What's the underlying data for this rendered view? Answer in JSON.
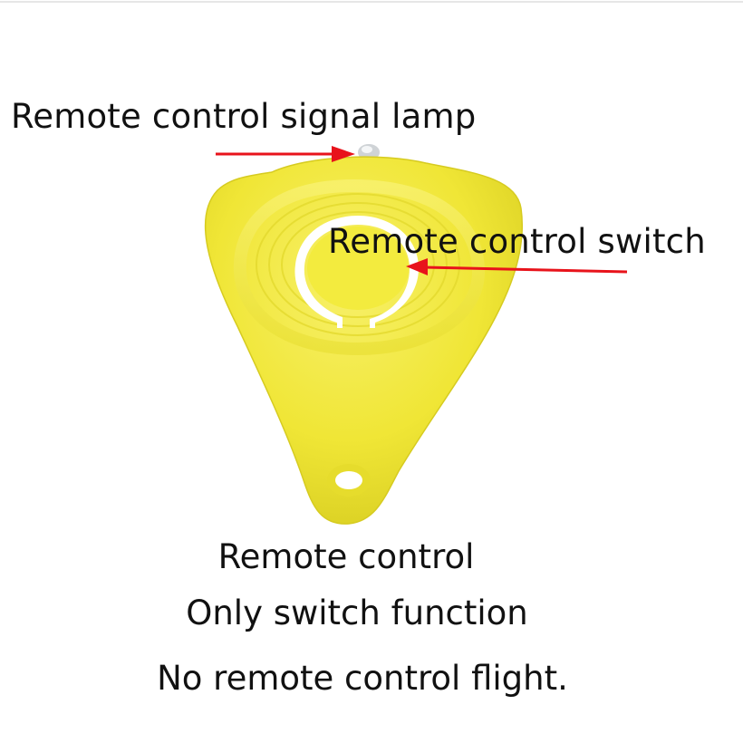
{
  "annotations": {
    "signal_lamp": "Remote control signal lamp",
    "switch": "Remote control switch"
  },
  "caption": {
    "line1": "Remote control",
    "line2": "Only switch function",
    "line3": "No remote control flight."
  },
  "colors": {
    "body": "#f2ea3a",
    "body_shade": "#e3d92a",
    "arrow": "#e8131b",
    "text": "#111111"
  }
}
